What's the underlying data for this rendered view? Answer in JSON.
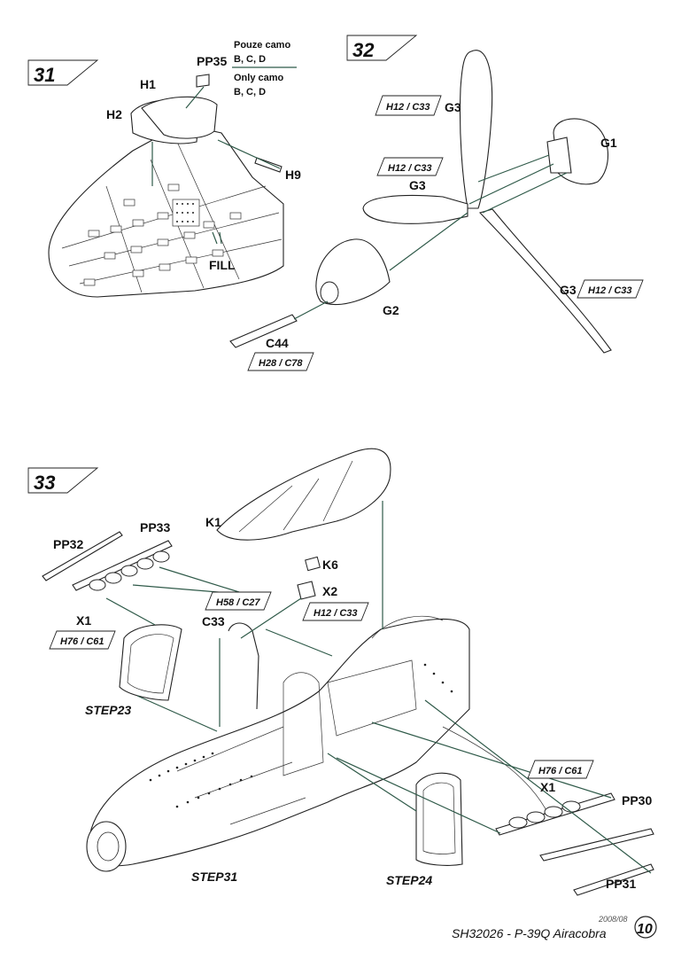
{
  "step31": {
    "number": "31",
    "parts": {
      "pp35": "PP35",
      "h1": "H1",
      "h2": "H2",
      "h9": "H9",
      "fill": "FILL"
    },
    "note_cz": "Pouze camo",
    "note_cz_variants": "B, C, D",
    "note_en": "Only camo",
    "note_en_variants": "B, C, D"
  },
  "step32": {
    "number": "32",
    "parts": {
      "g3_top": "G3",
      "g3_left": "G3",
      "g1": "G1",
      "g2": "G2",
      "g3_right": "G3",
      "c44": "C44"
    },
    "color_boxes": {
      "top": "H12 / C33",
      "left": "H12 / C33",
      "right": "H12 / C33",
      "c44": "H28 / C78"
    }
  },
  "step33": {
    "number": "33",
    "parts": {
      "k1": "K1",
      "k6": "K6",
      "x2": "X2",
      "pp32": "PP32",
      "pp33": "PP33",
      "x1_left": "X1",
      "c33": "C33",
      "x1_right": "X1",
      "pp30": "PP30",
      "pp31": "PP31"
    },
    "color_boxes": {
      "pp33": "H58 / C27",
      "x2": "H12 / C33",
      "x1_left": "H76 / C61",
      "x1_right": "H76 / C61"
    },
    "steps": {
      "step23": "STEP23",
      "step31": "STEP31",
      "step24": "STEP24"
    }
  },
  "footer": {
    "date": "2008/08",
    "title": "SH32026 - P-39Q Airacobra",
    "page": "10"
  }
}
